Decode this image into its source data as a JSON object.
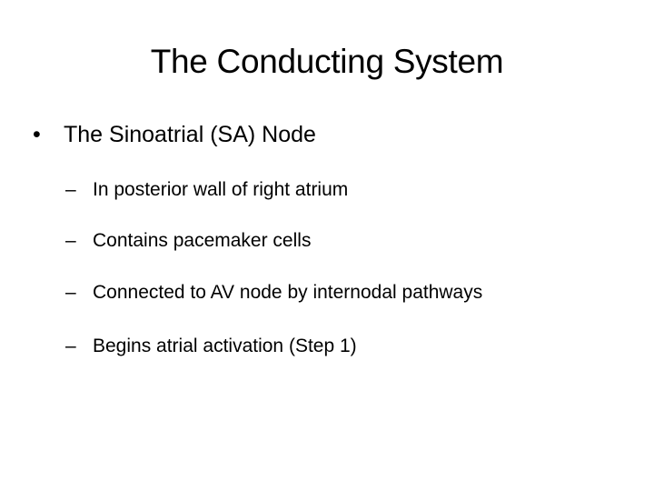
{
  "slide": {
    "title": "The Conducting System",
    "bullet": {
      "marker": "•",
      "text": "The Sinoatrial (SA) Node"
    },
    "sub_marker": "–",
    "sub_bullets": [
      "In posterior wall of right atrium",
      "Contains pacemaker cells",
      "Connected to AV node by internodal pathways",
      "Begins atrial activation (Step 1)"
    ]
  }
}
